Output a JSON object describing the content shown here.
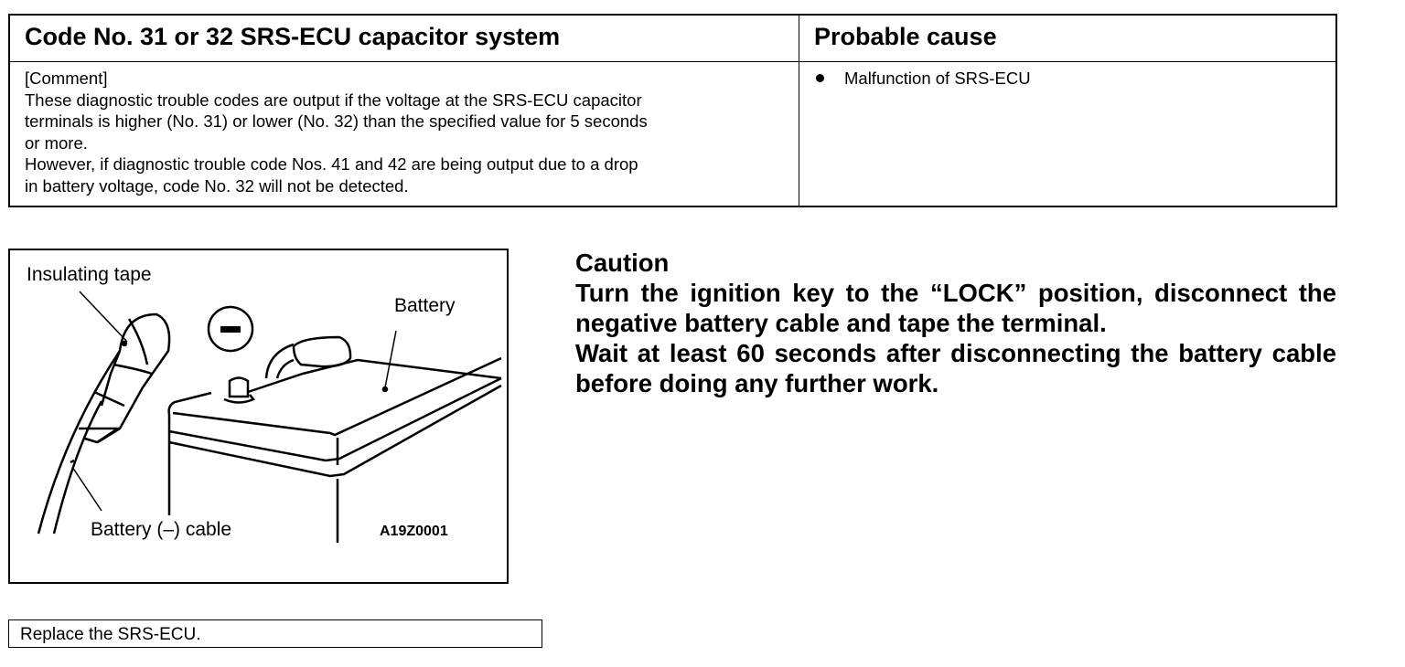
{
  "table": {
    "header_left": "Code No. 31 or 32 SRS-ECU capacitor system",
    "header_right": "Probable cause",
    "comment_lines": [
      "[Comment]",
      "These diagnostic trouble codes are output if the voltage at the SRS-ECU capacitor",
      "terminals is higher (No. 31) or lower (No. 32) than the specified value for 5 seconds",
      "or more.",
      "However, if diagnostic trouble code Nos. 41 and 42 are being output due to a drop",
      "in battery voltage, code No. 32 will not be detected."
    ],
    "causes": [
      "Malfunction of SRS-ECU"
    ]
  },
  "figure": {
    "label_tape": "Insulating tape",
    "label_battery": "Battery",
    "label_cable": "Battery (–) cable",
    "figure_id": "A19Z0001"
  },
  "caution": {
    "title": "Caution",
    "lines": [
      "Turn the ignition key to the “LOCK” position, disconnect the negative battery cable and tape the terminal.",
      "Wait at least 60 seconds after disconnecting the battery cable before doing any further work."
    ]
  },
  "action": "Replace the SRS-ECU."
}
